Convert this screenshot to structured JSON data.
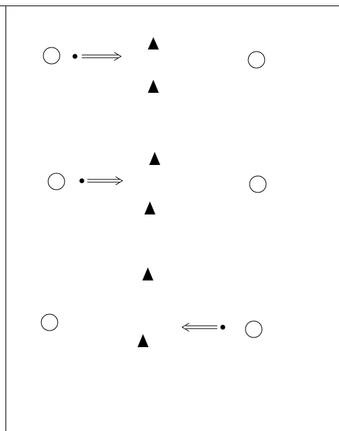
{
  "diagram": {
    "colors": {
      "background": "#ffffff",
      "stroke": "#000000",
      "frame": "#000000"
    },
    "icons": {
      "player": "circle-icon",
      "ball": "ball-icon",
      "cone": "cone-icon",
      "pass_arrow": "double-line-arrow-icon"
    },
    "rows": [
      {
        "ball_holder": "left",
        "pass_direction": "right",
        "cones": 2
      },
      {
        "ball_holder": "left",
        "pass_direction": "right",
        "cones": 2
      },
      {
        "ball_holder": "right",
        "pass_direction": "left",
        "cones": 2
      }
    ]
  }
}
